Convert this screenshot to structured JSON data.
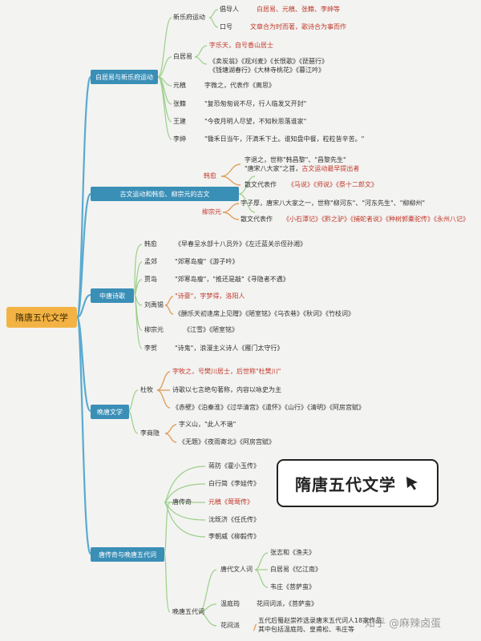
{
  "root": "隋唐五代文学",
  "b1": "白居易与新乐府运动",
  "b1_xyfyd": "新乐府运动",
  "b1_cdr_k": "倡导人",
  "b1_cdr_v": "白居易、元稹、张籍、李绅等",
  "b1_kh_k": "口号",
  "b1_kh_v": "文章合为时而著，歌诗合为事而作",
  "b1_bjy": "白居易",
  "b1_bjy_1": "字乐天，自号香山居士",
  "b1_bjy_2": "《卖炭翁》《观刈麦》《长恨歌》《琵琶行》",
  "b1_bjy_3": "《钱塘湖春行》《大林寺桃花》《暮江吟》",
  "b1_yz": "元稹",
  "b1_yz_v": "字微之，代表作《离思》",
  "b1_zj": "张籍",
  "b1_zj_v": "\"复恐匆匆说不尽，行人临发又开封\"",
  "b1_wj": "王建",
  "b1_wj_v": "\"今夜月明人尽望，不知秋思落谁家\"",
  "b1_ls": "李绅",
  "b1_ls_v": "\"锄禾日当午，汗滴禾下土。谁知盘中餐，粒粒皆辛苦。\"",
  "b2": "古文运动和韩愈、柳宗元的古文",
  "b2_hy": "韩愈",
  "b2_hy_1": "字退之，世称\"韩昌黎\"、\"昌黎先生\"",
  "b2_hy_2a": "\"唐宋八大家\"之首，",
  "b2_hy_2b": "古文运动最早提出者",
  "b2_hy_3k": "散文代表作",
  "b2_hy_3v": "《马说》《师说》《祭十二郎文》",
  "b2_lzy": "柳宗元",
  "b2_lzy_1": "字子厚，唐宋八大家之一，世称\"柳河东\"、\"河东先生\"、\"柳柳州\"",
  "b2_lzy_2k": "散文代表作",
  "b2_lzy_2v": "《小石潭记》《黔之驴》《捕蛇者说》《种树郭橐驼传》《永州八记》",
  "b3": "中唐诗歌",
  "b3_hy": "韩愈",
  "b3_hy_v": "《早春呈水部十八员外》《左迁蓝关示侄孙湘》",
  "b3_mj": "孟郊",
  "b3_mj_v": "\"郊寒岛瘦\"《游子吟》",
  "b3_jd": "贾岛",
  "b3_jd_v": "\"郊寒岛瘦\"，\"推还是敲\"《寻隐者不遇》",
  "b3_lyx": "刘禹锡",
  "b3_lyx_1": "\"诗豪\"，字梦得，洛阳人",
  "b3_lyx_2": "《酬乐天初逢席上见赠》《陋室铭》《乌衣巷》《秋词》《竹枝词》",
  "b3_lzy": "柳宗元",
  "b3_lzy_v": "《江雪》《陋室铭》",
  "b3_lh": "李贺",
  "b3_lh_v": "\"诗鬼\"，浪漫主义诗人《雁门太守行》",
  "b4": "晚唐文学",
  "b4_dm": "杜牧",
  "b4_dm_1": "字牧之，号樊川居士，后世称\"杜樊川\"",
  "b4_dm_2": "诗歌以七言绝句著称，内容以咏史为主",
  "b4_dm_3": "《赤壁》《泊秦淮》《过华清宫》《遣怀》《山行》《清明》《阿房宫赋》",
  "b4_lsy": "李商隐",
  "b4_lsy_1": "字义山，\"此人不谐\"",
  "b4_lsy_2": "《无题》《夜雨寄北》《阿房宫赋》",
  "b5": "唐传奇与晚唐五代词",
  "b5_tcq": "唐传奇",
  "b5_tcq_1": "蒋防《霍小玉传》",
  "b5_tcq_2": "白行简《李娃传》",
  "b5_tcq_3": "元稹《莺莺传》",
  "b5_tcq_4": "沈既济《任氏传》",
  "b5_tcq_5": "李朝威《柳毅传》",
  "b5_wtwdc": "晚唐五代词",
  "b5_tdwrc": "唐代文人词",
  "b5_tdwrc_1": "张志和《渔夫》",
  "b5_tdwrc_2": "白居易《忆江南》",
  "b5_tdwrc_3": "韦庄《菩萨蛮》",
  "b5_wtj": "温庭筠",
  "b5_wtj_v": "花间词派，《菩萨蛮》",
  "b5_hjp": "花间派",
  "b5_hjp_1": "五代后蜀赵崇祚选录唐末五代词人18家作品",
  "b5_hjp_2": "其中包括温庭筠、皇甫松、韦庄等",
  "stamp_title": "隋唐五代文学",
  "watermark": "知乎 @麻辣卤蛋",
  "colors": {
    "branch": "#3a8fb7",
    "root": "#f3b344",
    "accent_red": "#c0392b",
    "link_main": "#5aaad0",
    "link_green": "#9ccf8a",
    "link_orange": "#e0a060"
  }
}
